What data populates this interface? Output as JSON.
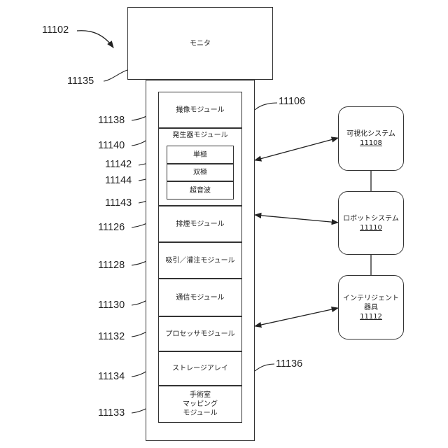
{
  "monitor": {
    "label": "モニタ"
  },
  "hub": {
    "modules": {
      "imaging": "撮像モジュール",
      "generator": "発生器モジュール",
      "generator_sub": [
        "単極",
        "双極",
        "超音波"
      ],
      "smoke": "排煙モジュール",
      "suction": "吸引／灌注モジュール",
      "comm": "通信モジュール",
      "processor": "プロセッサモジュール",
      "storage": "ストレージアレイ",
      "mapping": [
        "手術室",
        "マッピング",
        "モジュール"
      ]
    }
  },
  "external": {
    "visualization": {
      "label": "可視化システム",
      "ref": "11108"
    },
    "robot": {
      "label": "ロボットシステム",
      "ref": "11110"
    },
    "intelligent": {
      "label": [
        "インテリジェント",
        "器具"
      ],
      "ref": "11112"
    }
  },
  "refs": {
    "system": "11102",
    "monitor": "11135",
    "imaging": "11138",
    "hub": "11106",
    "generator": "11140",
    "monopolar": "11142",
    "bipolar": "11144",
    "ultrasonic": "11143",
    "smoke": "11126",
    "suction": "11128",
    "comm": "11130",
    "processor": "11132",
    "storage": "11134",
    "storage_hub": "11136",
    "mapping": "11133"
  }
}
